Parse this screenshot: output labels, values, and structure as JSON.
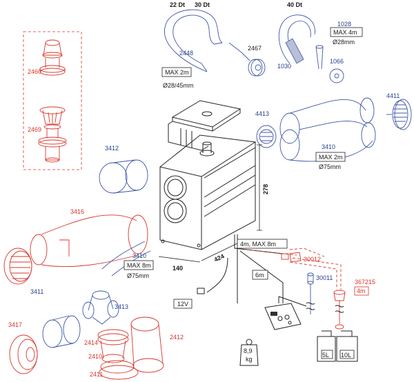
{
  "hoses": {
    "top_22dt": "22 Dt",
    "top_30dt": "30 Dt",
    "top_40dt": "40 Dt",
    "p2448": "2448",
    "max2m_left": "MAX 2m",
    "dia_left": "Ø28/45mm",
    "p2467": "2467",
    "p1028": "1028",
    "max4m": "MAX 4m",
    "dia_28": "Ø28mm",
    "p1030": "1030",
    "p1066": "1066"
  },
  "parts_blue": {
    "p3412": "3412",
    "p4413": "4413",
    "p4411": "4411",
    "p3410_right": "3410",
    "max2m_right": "MAX 2m",
    "dia_75_right": "Ø75mm",
    "p3410_left": "3410",
    "max8m": "MAX 8m",
    "dia_75_left": "Ø75mm",
    "p3411": "3411",
    "p3413": "3413",
    "p30011": "30011"
  },
  "parts_red": {
    "p2460": "2460",
    "p2469": "2469",
    "p3416": "3416",
    "p3417": "3417",
    "p2414": "2414",
    "p2410": "2410",
    "p2411": "2411",
    "p2412": "2412",
    "p30012": "30012",
    "p367215": "367215",
    "len4m": "4m"
  },
  "dimensions": {
    "d140": "140",
    "d424": "424",
    "d278": "278",
    "run_4m_max8m": "4m, MAX 8m",
    "run_6m": "6m",
    "voltage": "12V",
    "weight_value": "8,9",
    "weight_unit": "kg",
    "tank_5l": "5L",
    "tank_10l": "10L"
  },
  "colors": {
    "blue_label": "#2a3f8f",
    "red_label": "#d8342a",
    "line_blue": "#3d55a8",
    "line_red": "#d8342a"
  }
}
